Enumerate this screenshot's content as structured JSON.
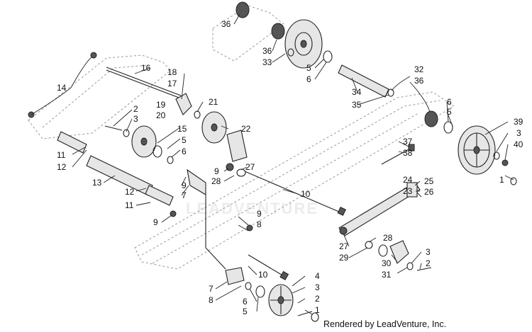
{
  "credit": "Rendered by LeadVenture, Inc.",
  "watermark": "LEADVENTURE",
  "callouts": [
    "1",
    "2",
    "3",
    "4",
    "5",
    "6",
    "7",
    "8",
    "9",
    "10",
    "11",
    "12",
    "13",
    "14",
    "15",
    "16",
    "17",
    "18",
    "19",
    "20",
    "21",
    "22",
    "23",
    "24",
    "25",
    "26",
    "27",
    "28",
    "29",
    "30",
    "31",
    "32",
    "33",
    "34",
    "35",
    "36",
    "37",
    "38",
    "39",
    "40"
  ]
}
